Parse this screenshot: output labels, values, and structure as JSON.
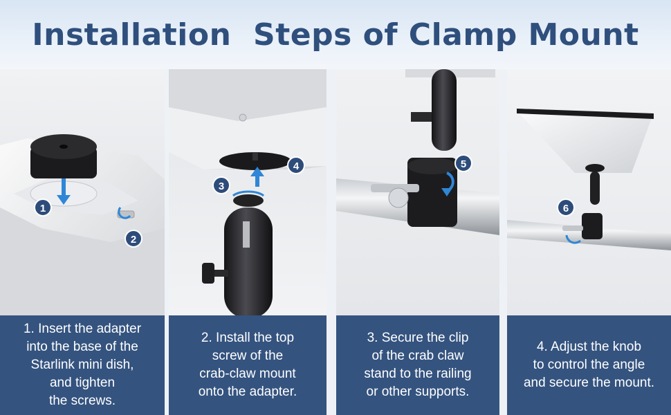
{
  "header": {
    "title": "Installation  Steps of Clamp Mount"
  },
  "steps": [
    {
      "number": "1",
      "extra_number": "2",
      "caption": "1. Insert the adapter\ninto the base of the\nStarlink mini dish,\nand tighten\nthe screws."
    },
    {
      "number": "3",
      "extra_number": "4",
      "caption": "2. Install the top\nscrew of the\ncrab-claw mount\nonto the adapter."
    },
    {
      "number": "5",
      "caption": "3. Secure the clip\nof the crab claw\nstand to the railing\nor other supports."
    },
    {
      "number": "6",
      "caption": "4. Adjust the knob\nto control the angle\nand secure the mount."
    }
  ],
  "colors": {
    "title": "#2f4f7d",
    "caption_bg": "#34537f",
    "badge": "#2e4c7a",
    "arrow": "#2f86d6"
  }
}
